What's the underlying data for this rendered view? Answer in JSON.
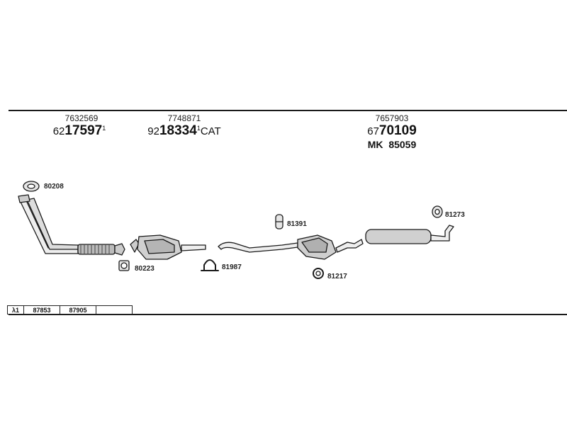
{
  "header_groups": [
    {
      "oe": "7632569",
      "prefix": "62",
      "main": "17597",
      "sup": "1",
      "suffix": ""
    },
    {
      "oe": "7748871",
      "prefix": "92",
      "main": "18334",
      "sup": "1",
      "suffix": "CAT"
    },
    {
      "oe": "7657903",
      "prefix": "67",
      "main": "70109",
      "sup": "",
      "suffix": ""
    }
  ],
  "mk_label": "MK",
  "mk_number": "85059",
  "parts": {
    "gasket_1": "80208",
    "gasket_2": "80223",
    "clamp_1": "81987",
    "hanger_1": "81391",
    "ring_1": "81217",
    "hanger_2": "81273"
  },
  "lambda_row": [
    "λ1",
    "87853",
    "87905",
    ""
  ],
  "colors": {
    "line": "#1a1a1a",
    "part_fill": "#d9d9d9",
    "part_dark": "#8a8a8a"
  }
}
